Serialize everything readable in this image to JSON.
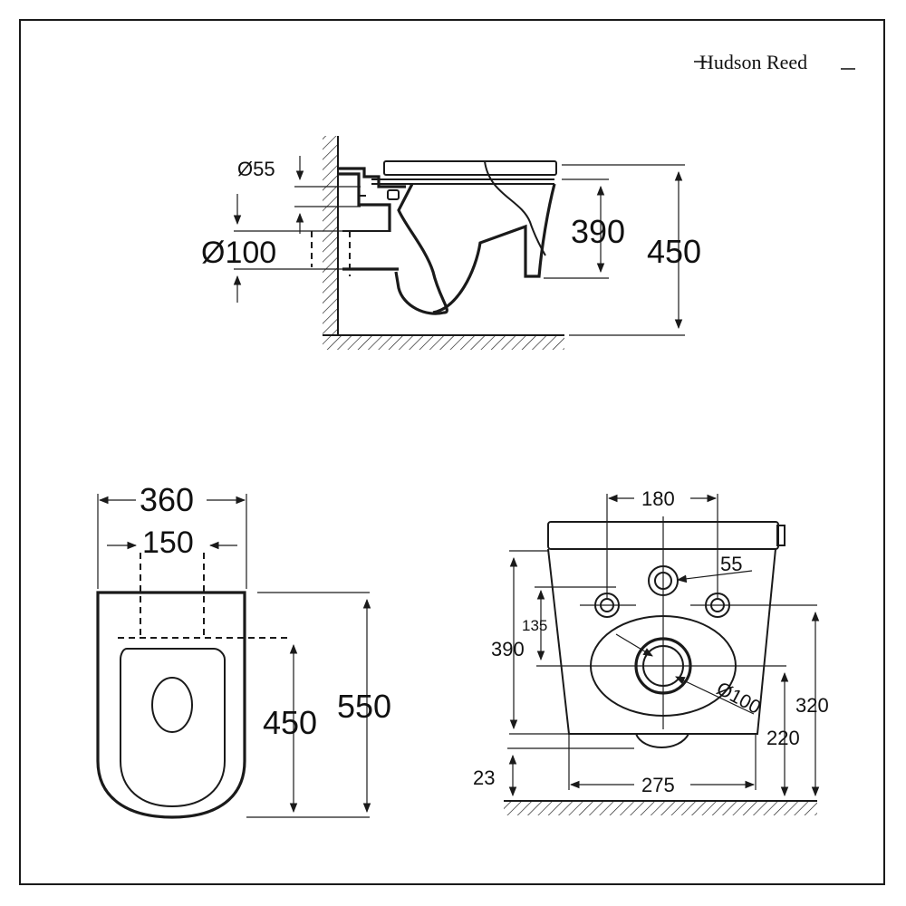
{
  "brand": {
    "name": "Hudson Reed"
  },
  "side_view": {
    "dims": {
      "d55": "Ø55",
      "d100": "Ø100",
      "h390": "390",
      "h450": "450"
    }
  },
  "top_view": {
    "dims": {
      "w360": "360",
      "w150": "150",
      "l450": "450",
      "l550": "550"
    }
  },
  "rear_view": {
    "dims": {
      "w180": "180",
      "d55": "55",
      "h135": "135",
      "h390": "390",
      "d100": "Ø100",
      "h320": "320",
      "h220": "220",
      "h23": "23",
      "w275": "275"
    }
  },
  "icons": [
    "arrow-head-icon",
    "hatch-pattern"
  ]
}
